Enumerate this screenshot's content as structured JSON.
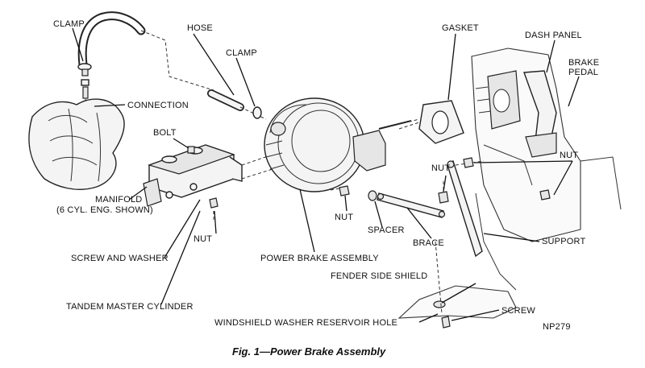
{
  "labels": {
    "clamp_top": "CLAMP",
    "hose": "HOSE",
    "clamp_mid": "CLAMP",
    "connection": "CONNECTION",
    "bolt": "BOLT",
    "manifold_line1": "MANIFOLD",
    "manifold_line2": "(6 CYL. ENG. SHOWN)",
    "nut_left": "NUT",
    "screw_and_washer": "SCREW AND WASHER",
    "tandem_master_cylinder": "TANDEM MASTER CYLINDER",
    "power_brake_assembly": "POWER BRAKE ASSEMBLY",
    "gasket": "GASKET",
    "dash_panel": "DASH PANEL",
    "brake_pedal_line1": "BRAKE",
    "brake_pedal_line2": "PEDAL",
    "nut_right": "NUT",
    "nut_mid": "NUT",
    "nut_center": "NUT",
    "spacer": "SPACER",
    "brace": "BRACE",
    "support": "SUPPORT",
    "fender_side_shield": "FENDER SIDE SHIELD",
    "screw": "SCREW",
    "windshield_washer_reservoir_hole": "WINDSHIELD WASHER RESERVOIR HOLE",
    "figure_code": "NP279"
  },
  "caption": "Fig. 1—Power Brake Assembly"
}
